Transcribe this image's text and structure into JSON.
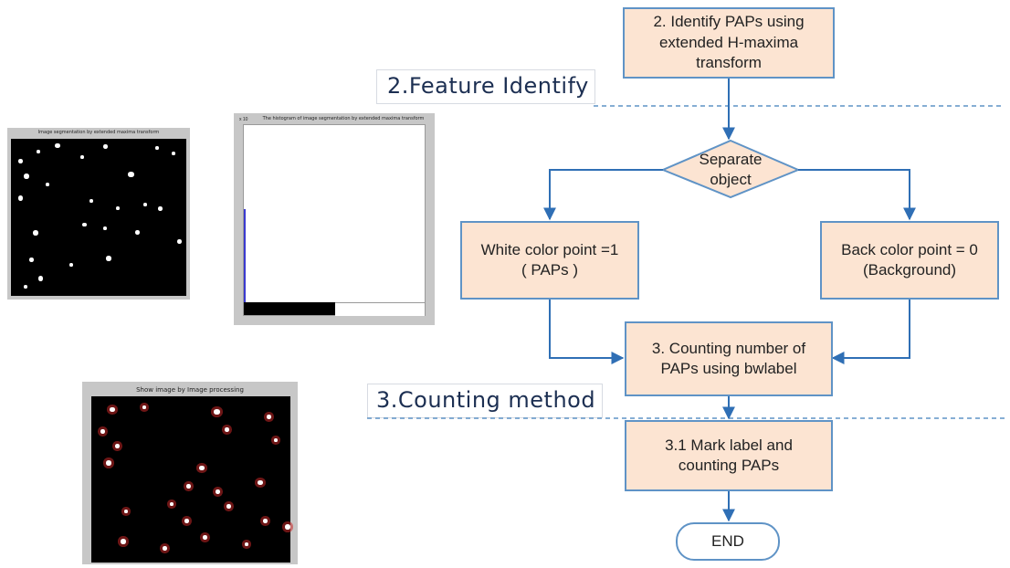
{
  "colors": {
    "box_fill": "#fce4d2",
    "box_border": "#5f93c6",
    "arrow": "#2f6fb5",
    "section_text": "#1c2f52"
  },
  "panels": {
    "segmentation_title": "Image segmentation by extended maxima transform",
    "histogram_title": "The histogram of image segmentation by extended maxima transform",
    "histogram_exponent": "x 10",
    "processed_title": "Show image by Image processing"
  },
  "sections": {
    "feature": "2.Feature Identify",
    "counting": "3.Counting method"
  },
  "flow": {
    "identify": "2. Identify PAPs using\nextended H-maxima\ntransform",
    "decision": "Separate\nobject",
    "white": "White color point =1\n( PAPs )",
    "back": "Back color point = 0\n(Background)",
    "count": "3. Counting number of\nPAPs using bwlabel",
    "mark": "3.1 Mark label and\ncounting PAPs",
    "end": "END"
  }
}
